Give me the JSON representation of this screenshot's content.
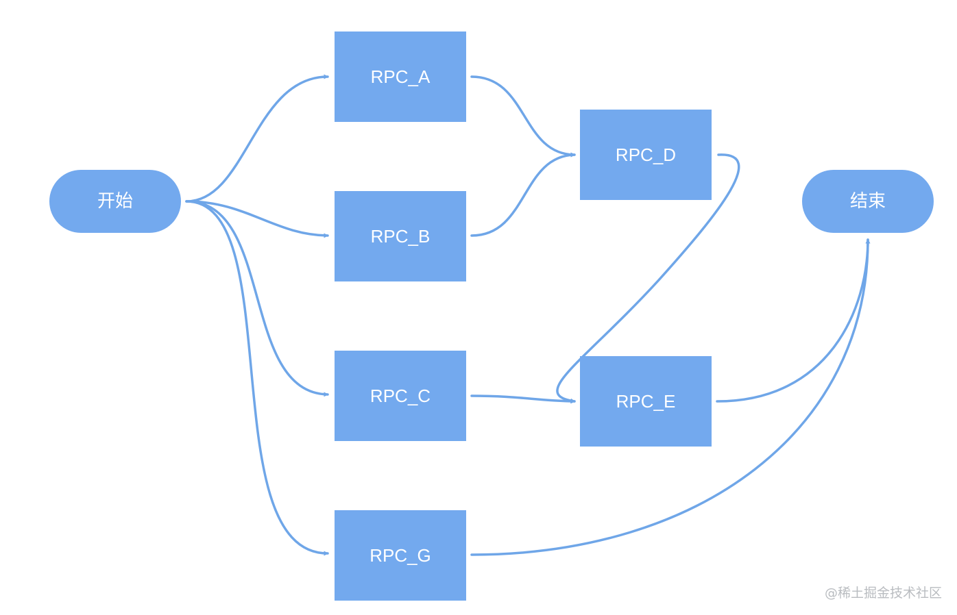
{
  "diagram": {
    "colors": {
      "node_fill": "#73a9ee",
      "edge_stroke": "#6fa6e8",
      "label_text": "#ffffff",
      "watermark_text": "#b9bcc0"
    },
    "nodes": [
      {
        "id": "start",
        "label": "开始",
        "shape": "stadium"
      },
      {
        "id": "rpc_a",
        "label": "RPC_A",
        "shape": "rect"
      },
      {
        "id": "rpc_b",
        "label": "RPC_B",
        "shape": "rect"
      },
      {
        "id": "rpc_c",
        "label": "RPC_C",
        "shape": "rect"
      },
      {
        "id": "rpc_g",
        "label": "RPC_G",
        "shape": "rect"
      },
      {
        "id": "rpc_d",
        "label": "RPC_D",
        "shape": "rect"
      },
      {
        "id": "rpc_e",
        "label": "RPC_E",
        "shape": "rect"
      },
      {
        "id": "end",
        "label": "结束",
        "shape": "stadium"
      }
    ],
    "edges": [
      {
        "from": "start",
        "to": "rpc_a"
      },
      {
        "from": "start",
        "to": "rpc_b"
      },
      {
        "from": "start",
        "to": "rpc_c"
      },
      {
        "from": "start",
        "to": "rpc_g"
      },
      {
        "from": "rpc_a",
        "to": "rpc_d"
      },
      {
        "from": "rpc_b",
        "to": "rpc_d"
      },
      {
        "from": "rpc_c",
        "to": "rpc_e"
      },
      {
        "from": "rpc_d",
        "to": "rpc_e"
      },
      {
        "from": "rpc_e",
        "to": "end"
      },
      {
        "from": "rpc_g",
        "to": "end"
      }
    ]
  },
  "watermark": {
    "text": "@稀土掘金技术社区"
  }
}
